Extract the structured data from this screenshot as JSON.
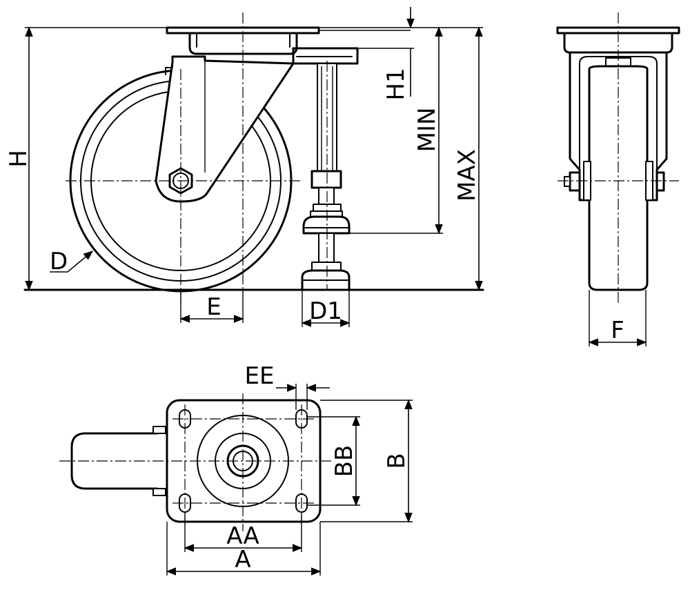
{
  "labels": {
    "H": "H",
    "H1": "H1",
    "MIN": "MIN",
    "MAX": "MAX",
    "D": "D",
    "E": "E",
    "D1": "D1",
    "F": "F",
    "EE": "EE",
    "BB": "BB",
    "B": "B",
    "AA": "AA",
    "A": "A"
  }
}
